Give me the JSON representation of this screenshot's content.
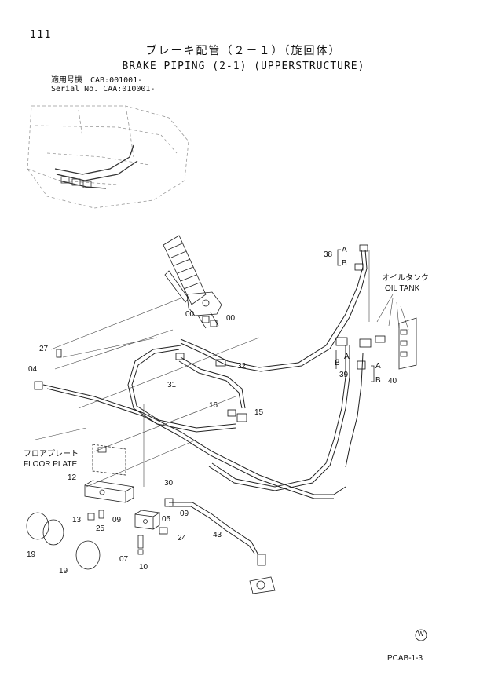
{
  "page_number": "111",
  "title_jp": "ブレーキ配管（２－１）（旋回体）",
  "title_en": "BRAKE PIPING (2-1) (UPPERSTRUCTURE)",
  "serial": {
    "line1": "適用号機　CAB:001001-",
    "line2": "Serial No. CAA:010001-"
  },
  "callouts": {
    "p38": "38",
    "p38a": "A",
    "p38b": "B",
    "oil_tank_jp": "オイルタンク",
    "oil_tank_en": "OIL TANK",
    "p00a": "00",
    "p00b": "00",
    "p27": "27",
    "p04": "04",
    "p32": "32",
    "p31": "31",
    "p39": "39",
    "p39a": "A",
    "p39b": "B",
    "p40": "40",
    "p40a": "A",
    "p40b": "B",
    "p16": "16",
    "p15": "15",
    "floor_plate_jp": "フロアプレート",
    "floor_plate_en": "FLOOR PLATE",
    "p12": "12",
    "p30": "30",
    "p13": "13",
    "p25": "25",
    "p09a": "09",
    "p09b": "09",
    "p05": "05",
    "p24": "24",
    "p43": "43",
    "p19a": "19",
    "p19b": "19",
    "p07": "07",
    "p10": "10"
  },
  "footer_code": "PCAB-1-3",
  "mark": "W"
}
